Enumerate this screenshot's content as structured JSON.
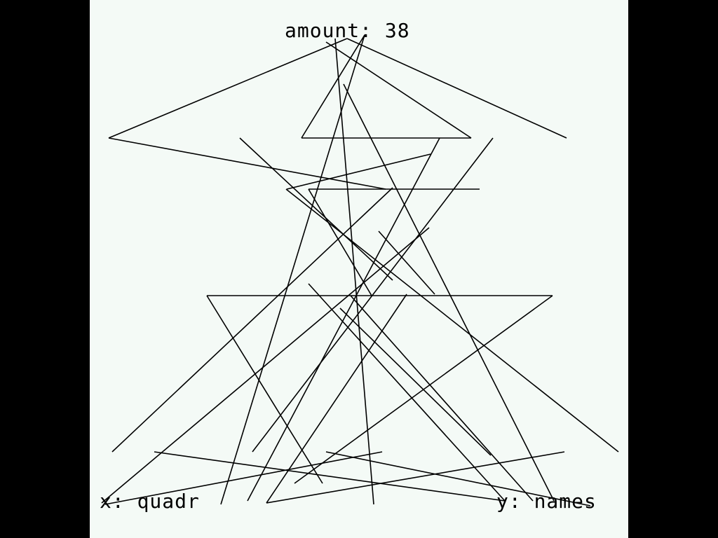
{
  "colors": {
    "outer_background": "#000000",
    "canvas_background": "#f4faf6",
    "stroke": "#000000"
  },
  "header": {
    "amount_text": "amount: 38"
  },
  "footer": {
    "x_text": "x: quadr",
    "y_text": "y: names"
  }
}
